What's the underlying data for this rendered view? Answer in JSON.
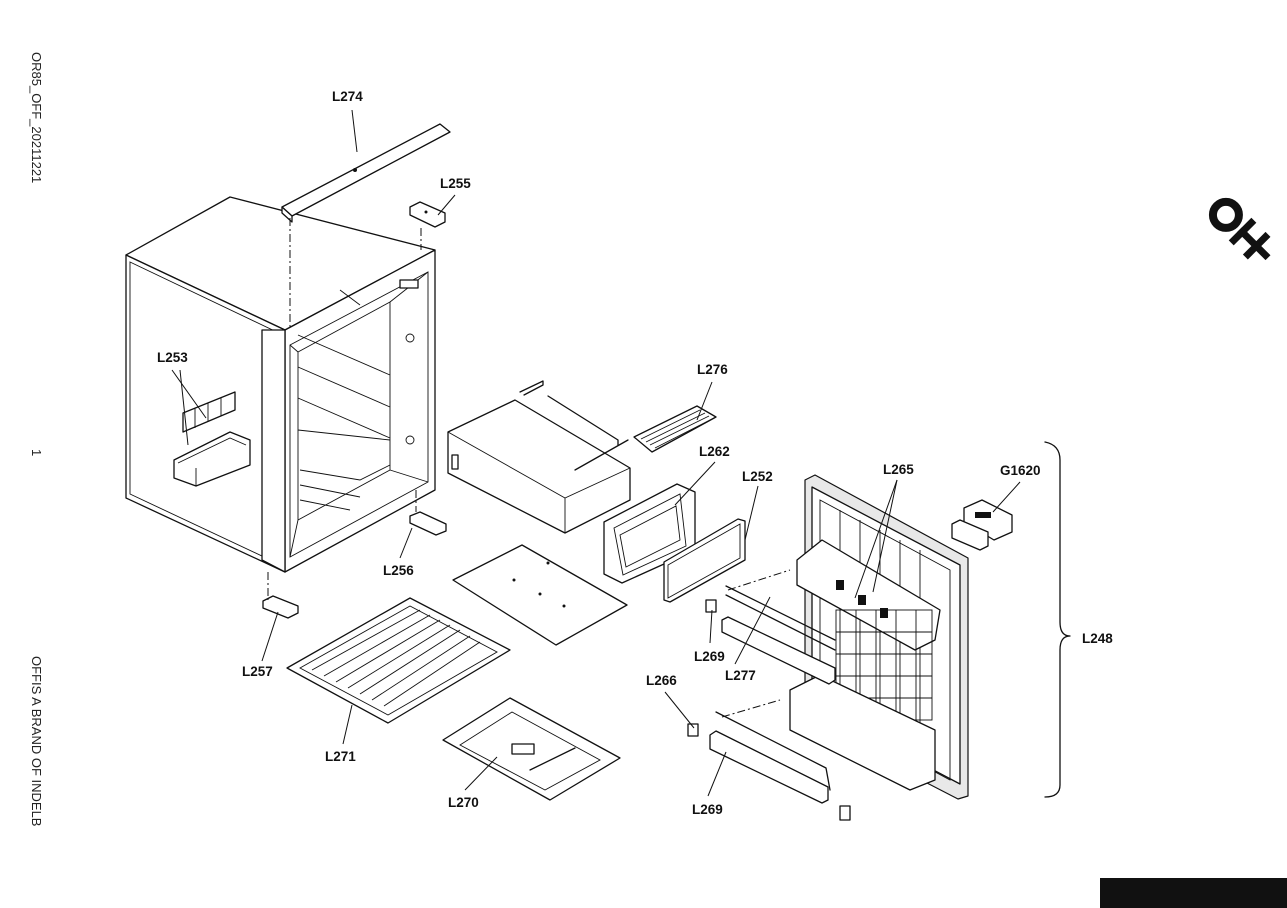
{
  "side_text": {
    "doc_code": "OR85_OFF_20211221",
    "page_number": "1",
    "brand_note": "OFFIS A BRAND OF INDELB"
  },
  "parts": [
    {
      "id": "L274"
    },
    {
      "id": "L255"
    },
    {
      "id": "L253"
    },
    {
      "id": "L276"
    },
    {
      "id": "L262"
    },
    {
      "id": "L252"
    },
    {
      "id": "L265"
    },
    {
      "id": "G1620"
    },
    {
      "id": "L256"
    },
    {
      "id": "L248"
    },
    {
      "id": "L257"
    },
    {
      "id": "L269"
    },
    {
      "id": "L266"
    },
    {
      "id": "L277"
    },
    {
      "id": "L271"
    },
    {
      "id": "L270"
    },
    {
      "id": "L269b",
      "label": "L269"
    }
  ],
  "labels": {
    "L274": "L274",
    "L255": "L255",
    "L253": "L253",
    "L276": "L276",
    "L262": "L262",
    "L252": "L252",
    "L265": "L265",
    "G1620": "G1620",
    "L256": "L256",
    "L248": "L248",
    "L257": "L257",
    "L269_a": "L269",
    "L266": "L266",
    "L277": "L277",
    "L271": "L271",
    "L270": "L270",
    "L269_b": "L269"
  },
  "logo": {
    "name": "off-logo",
    "text": "OFF"
  },
  "colors": {
    "ink": "#111111",
    "background": "#ffffff"
  }
}
